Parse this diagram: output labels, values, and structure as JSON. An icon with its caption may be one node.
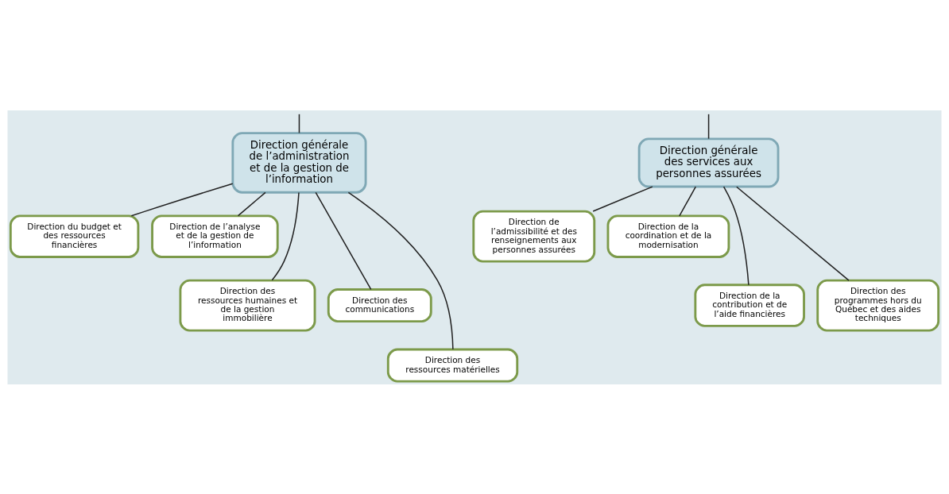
{
  "diagram": {
    "nodes": [
      {
        "text": [
          "Direction générale de l’administration et de la gestion de l’information"
        ]
      },
      {
        "text": [
          "Direction du budget et des ressources financières"
        ]
      },
      {
        "text": [
          "Direction de l’analyse et de la gestion de l’information"
        ]
      },
      {
        "text": [
          "Direction des ressources humaines et de la gestion immobilière"
        ]
      },
      {
        "text": [
          "Direction des communications"
        ]
      },
      {
        "text": [
          "Direction des ressources matérielles"
        ]
      },
      {
        "text": [
          "Direction générale des services aux personnes assurées"
        ]
      },
      {
        "text": [
          "Direction de l’admissibilité et des renseignements aux personnes assurées"
        ]
      },
      {
        "text": [
          "Direction de la coordination et de la modernisation"
        ]
      },
      {
        "text": [
          "Direction de la contribution et de l’aide financières"
        ]
      },
      {
        "text": [
          "Direction des programmes hors du Québec et des aides techniques"
        ]
      }
    ],
    "edges": [
      {
        "from": null,
        "to": 0,
        "arrow": "none"
      },
      {
        "from": null,
        "to": 6,
        "arrow": "none"
      },
      {
        "from": 0,
        "to": 1,
        "arrow": "none"
      },
      {
        "from": 0,
        "to": 2,
        "arrow": "none"
      },
      {
        "from": 0,
        "to": 3,
        "arrow": "none"
      },
      {
        "from": 0,
        "to": 4,
        "arrow": "none"
      },
      {
        "from": 0,
        "to": 5,
        "arrow": "none"
      },
      {
        "from": 6,
        "to": 7,
        "arrow": "none"
      },
      {
        "from": 6,
        "to": 8,
        "arrow": "none"
      },
      {
        "from": 6,
        "to": 9,
        "arrow": "none"
      },
      {
        "from": 6,
        "to": 10,
        "arrow": "none"
      }
    ]
  }
}
